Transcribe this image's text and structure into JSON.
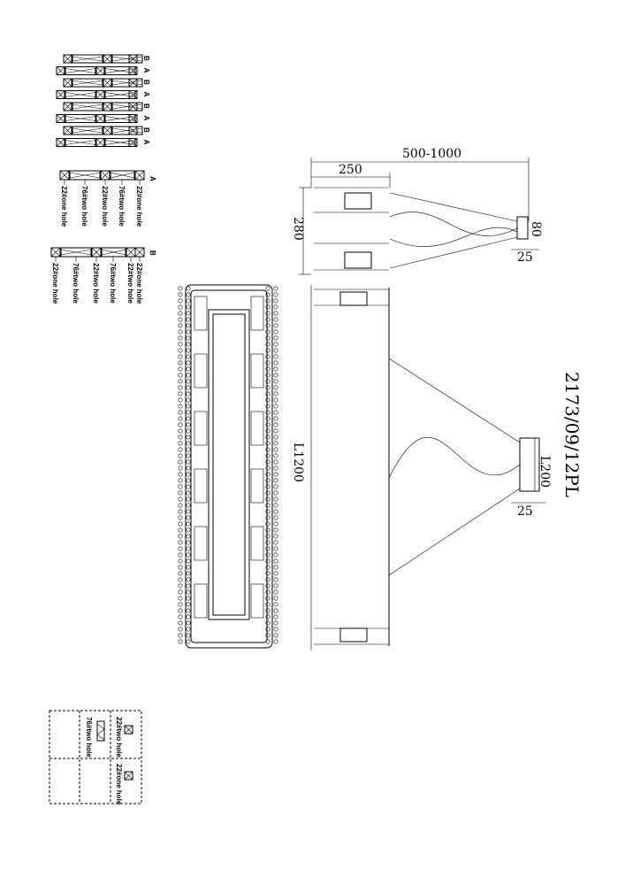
{
  "title": "2173/09/12PL",
  "legend_rows": [
    "B",
    "A",
    "B",
    "A",
    "B",
    "A",
    "B",
    "A"
  ],
  "detail_a": {
    "label": "A",
    "holes": [
      "22#one hole",
      "76#two hole",
      "22#two hole",
      "76#two hole",
      "22#one hole"
    ]
  },
  "detail_b": {
    "label": "B",
    "holes": [
      "22#one hole",
      "22#two hole",
      "76#two hole",
      "22#two hole",
      "76#two hole",
      "22#one hole"
    ]
  },
  "dimensions": {
    "adjustable_height": "500-1000",
    "width": "250",
    "side_height": "280",
    "canopy_small": "80",
    "canopy_depth_small": "25",
    "length": "L1200",
    "canopy_length": "L200",
    "canopy_depth": "25"
  },
  "key": {
    "items": [
      "22#two hole",
      "76#two hole",
      "22#one hole"
    ]
  },
  "plan_marker": "A",
  "plan_marker_b": "B"
}
